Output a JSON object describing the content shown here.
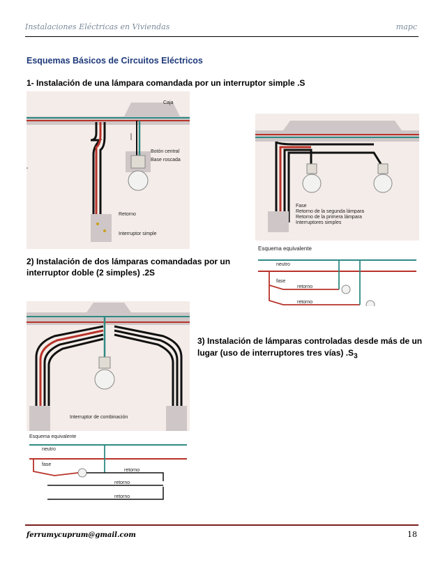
{
  "header": {
    "left": "Instalaciones Eléctricas en Viviendas",
    "right": "mapc"
  },
  "title": "Esquemas Básicos de Circuitos Eléctricos",
  "section1": {
    "text": "1- Instalación de una lámpara comandada por un interruptor simple   .S"
  },
  "section2": {
    "text": "2) Instalación de dos lámparas comandadas por un interruptor doble (2 simples)    .2S"
  },
  "section3": {
    "text_main": "3) Instalación de lámparas controladas desde más de un lugar (uso de interruptores tres vías)    .S",
    "subscript": "3"
  },
  "fig1": {
    "caja": "Caja",
    "boton": "Botón central",
    "base": "Base roscada",
    "retorno": "Retorno",
    "interruptor": "Interruptor simple"
  },
  "fig2": {
    "fase": "Fase",
    "retorno2": "Retorno de la segunda lámpara",
    "retorno1": "Retorno de la primera lámpara",
    "interruptores": "Interruptores simples",
    "esquema": "Esquema equivalente",
    "neutro": "neutro",
    "fase_small": "fase",
    "retorno_a": "retorno",
    "retorno_b": "retorno"
  },
  "fig3": {
    "interruptor": "Interruptor de combinación",
    "esquema": "Esquema equivalente",
    "neutro": "neutro",
    "fase": "fase",
    "retorno_a": "retorno",
    "retorno_b": "retorno",
    "retorno_c": "retorno"
  },
  "footer": {
    "email": "ferrumycuprum@gmail.com",
    "page": "18"
  },
  "colors": {
    "title": "#1f3a7a",
    "wire_red": "#b8322a",
    "wire_teal": "#2f8a84",
    "wire_black": "#111111",
    "footer_rule": "#7a1d1d"
  }
}
